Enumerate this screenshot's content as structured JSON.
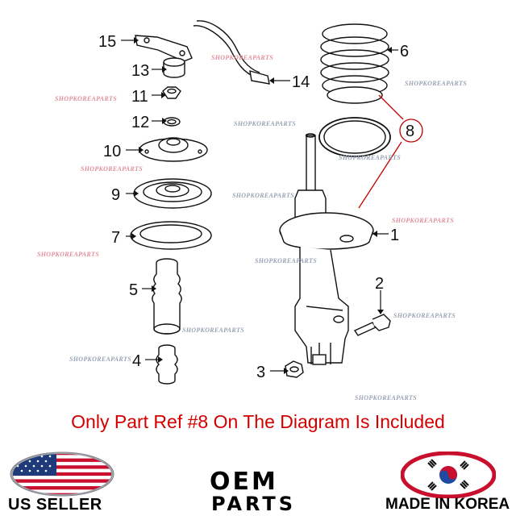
{
  "watermark": "SHOPKOREAPARTS",
  "callouts": [
    "15",
    "13",
    "11",
    "12",
    "10",
    "9",
    "7",
    "5",
    "4",
    "14",
    "6",
    "8",
    "1",
    "2",
    "3"
  ],
  "notice": "Only Part Ref #8 On The Diagram Is Included",
  "badges": {
    "us_seller": "US SELLER",
    "oem_top": "OEM",
    "oem_bottom": "PARTS",
    "made_in": "MADE IN KOREA"
  },
  "colors": {
    "notice": "#d40000",
    "highlight": "#c00000",
    "watermark": "#9aa3b3"
  }
}
